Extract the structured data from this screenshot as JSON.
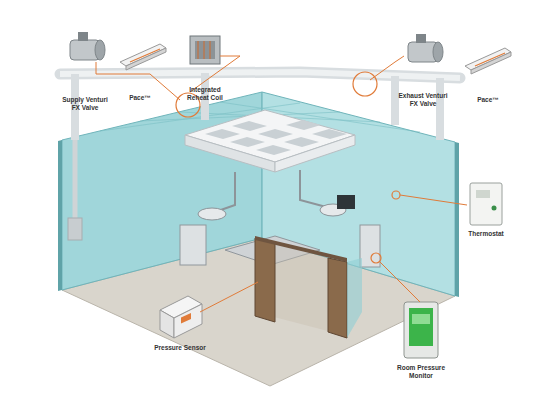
{
  "diagram": {
    "labels": [
      "Supply Venturi FX Valve",
      "Pace™",
      "Integrated Reheat Coil",
      "Exhaust Venturi FX Valve",
      "Pace™",
      "Thermostat",
      "Pressure Sensor",
      "Room Pressure Monitor"
    ]
  }
}
